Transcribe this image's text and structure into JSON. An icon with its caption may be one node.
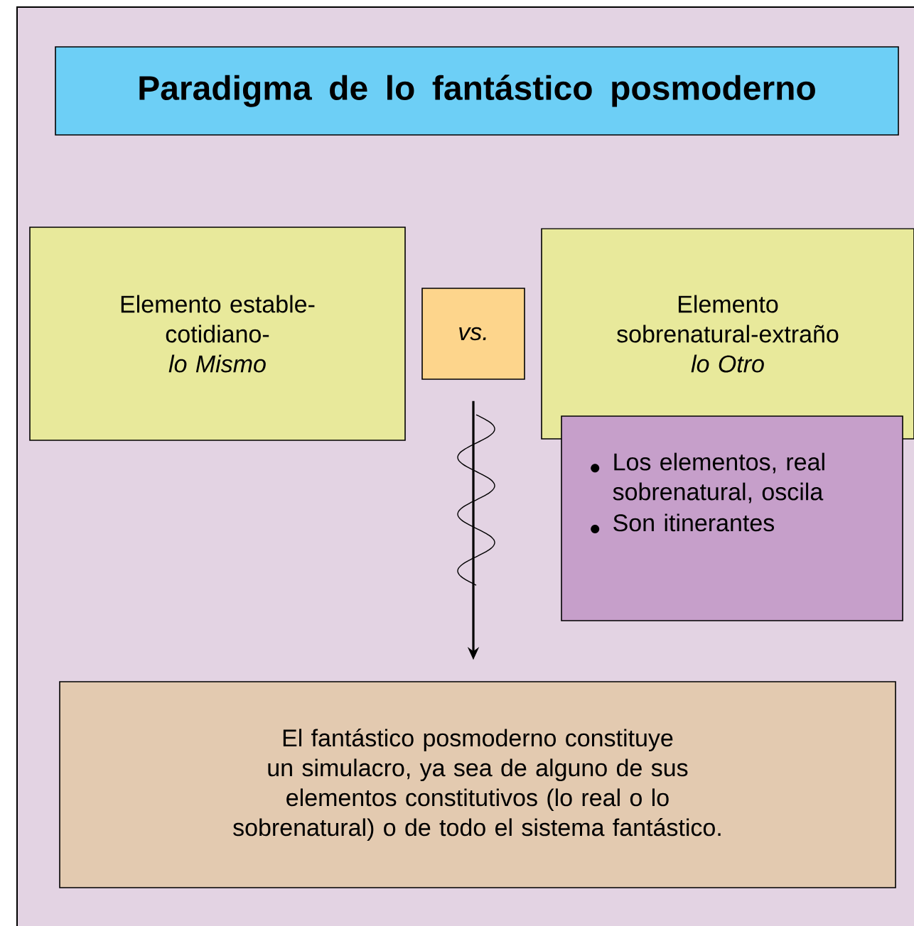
{
  "diagram": {
    "nodes": [
      {
        "text": [
          "Paradigma de lo fantástico posmoderno"
        ]
      },
      {
        "text": [
          "Elemento estable-cotidiano-",
          "lo Mismo"
        ]
      },
      {
        "text": [
          "vs."
        ]
      },
      {
        "text": [
          "Elemento sobrenatural-extraño",
          "lo Otro"
        ]
      },
      {
        "text": [
          "Los elementos, real sobrenatural, oscila",
          "Son itinerantes"
        ]
      },
      {
        "text": [
          "El fantástico posmoderno constituye un simulacro, ya sea de alguno de sus elementos constitutivos (lo real o lo sobrenatural) o de todo el sistema fantástico."
        ]
      }
    ],
    "edges": [
      {
        "from": 2,
        "to": 5,
        "arrow": "to"
      }
    ]
  }
}
